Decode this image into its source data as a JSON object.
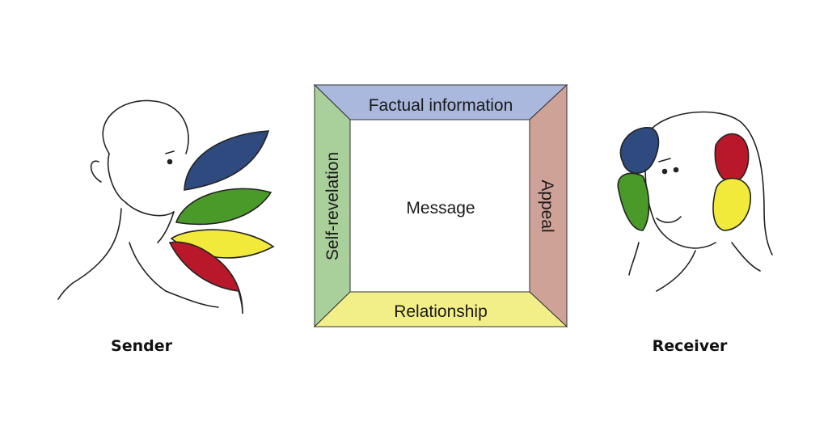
{
  "square": {
    "top": "Factual information",
    "left": "Self-revelation",
    "right": "Appeal",
    "bottom": "Relationship",
    "center": "Message"
  },
  "people": {
    "sender": "Sender",
    "receiver": "Receiver"
  },
  "colors": {
    "factual": "#a9b8dc",
    "self_revelation": "#a9cf9a",
    "appeal": "#cfa298",
    "relationship": "#f3ef88",
    "blue": "#2e4a7e",
    "green": "#4a9a2a",
    "yellow": "#f2ea3a",
    "red": "#b8182a"
  }
}
